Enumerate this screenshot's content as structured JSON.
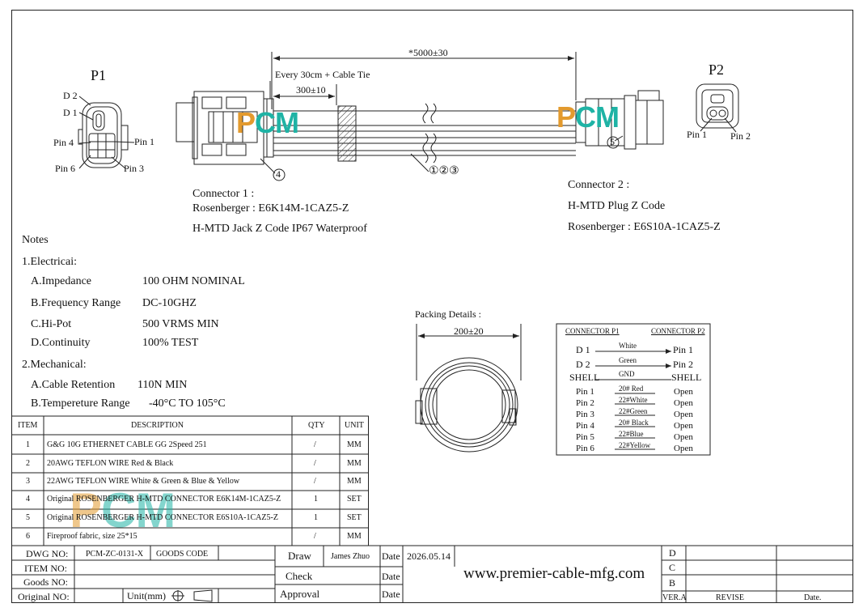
{
  "p1": {
    "title": "P1",
    "pin_labels": {
      "d2": "D 2",
      "d1": "D 1",
      "pin4": "Pin 4",
      "pin1": "Pin 1",
      "pin6": "Pin 6",
      "pin3": "Pin 3"
    }
  },
  "p2": {
    "title": "P2",
    "pin_labels": {
      "pin1": "Pin 1",
      "pin2": "Pin 2"
    }
  },
  "dimensions": {
    "total_length": "*5000±30",
    "cable_tie": "Every 30cm + Cable Tie",
    "offset": "300±10"
  },
  "callouts": {
    "c4": "4",
    "c5": "5",
    "c123": "①②③"
  },
  "watermark": {
    "p": "P",
    "c": "C",
    "m": "M"
  },
  "connector1": {
    "line1": "Connector 1 :",
    "line2": "Rosenberger : E6K14M-1CAZ5-Z",
    "line3": "H-MTD Jack Z Code IP67 Waterproof"
  },
  "connector2": {
    "line1": "Connector 2 :",
    "line2": "H-MTD Plug Z Code",
    "line3": "Rosenberger : E6S10A-1CAZ5-Z"
  },
  "notes": {
    "title": "Notes",
    "electrical": {
      "heading": "1.Electricai:",
      "items": [
        {
          "label": "A.Impedance",
          "value": "100 OHM NOMINAL"
        },
        {
          "label": "B.Frequency Range",
          "value": "DC-10GHZ"
        },
        {
          "label": "C.Hi-Pot",
          "value": "500 VRMS MIN"
        },
        {
          "label": "D.Continuity",
          "value": "100% TEST"
        }
      ]
    },
    "mechanical": {
      "heading": "2.Mechanical:",
      "items": [
        {
          "label": "A.Cable Retention",
          "value": "110N MIN"
        },
        {
          "label": "B.Tempereture Range",
          "value": "-40°C TO 105°C"
        }
      ]
    }
  },
  "packing": {
    "title": "Packing Details :",
    "diameter": "200±20"
  },
  "pinout": {
    "header_p1": "CONNECTOR P1",
    "header_p2": "CONNECTOR P2",
    "rows": [
      {
        "left": "D 1",
        "wire": "White",
        "right": "Pin 1"
      },
      {
        "left": "D 2",
        "wire": "Green",
        "right": "Pin 2"
      },
      {
        "left": "SHELL",
        "wire": "GND",
        "right": "SHELL"
      },
      {
        "left": "Pin 1",
        "wire": "20# Red",
        "right": "Open"
      },
      {
        "left": "Pin 2",
        "wire": "22#White",
        "right": "Open"
      },
      {
        "left": "Pin 3",
        "wire": "22#Green",
        "right": "Open"
      },
      {
        "left": "Pin 4",
        "wire": "20# Black",
        "right": "Open"
      },
      {
        "left": "Pin 5",
        "wire": "22#Blue",
        "right": "Open"
      },
      {
        "left": "Pin 6",
        "wire": "22#Yellow",
        "right": "Open"
      }
    ]
  },
  "bom": {
    "headers": {
      "item": "ITEM",
      "description": "DESCRIPTION",
      "qty": "QTY",
      "unit": "UNIT"
    },
    "rows": [
      {
        "item": "1",
        "description": "G&G 10G ETHERNET CABLE GG 2Speed 251",
        "qty": "/",
        "unit": "MM"
      },
      {
        "item": "2",
        "description": "20AWG TEFLON WIRE Red & Black",
        "qty": "/",
        "unit": "MM"
      },
      {
        "item": "3",
        "description": "22AWG TEFLON WIRE White & Green &  Blue & Yellow",
        "qty": "/",
        "unit": "MM"
      },
      {
        "item": "4",
        "description": "Original ROSENBERGER H-MTD CONNECTOR E6K14M-1CAZ5-Z",
        "qty": "1",
        "unit": "SET"
      },
      {
        "item": "5",
        "description": "Original ROSENBERGER H-MTD CONNECTOR E6S10A-1CAZ5-Z",
        "qty": "1",
        "unit": "SET"
      },
      {
        "item": "6",
        "description": "Fireproof fabric, size 25*15",
        "qty": "/",
        "unit": "MM"
      }
    ]
  },
  "title_block": {
    "dwg_no_label": "DWG NO:",
    "dwg_no": "PCM-ZC-0131-X",
    "goods_code_label": "GOODS CODE",
    "item_no_label": "ITEM NO:",
    "goods_no_label": "Goods NO:",
    "original_no_label": "Original NO:",
    "unit_label": "Unit(mm)",
    "draw_label": "Draw",
    "draw_name": "James Zhuo",
    "date_label": "Date",
    "date_value": "2026.05.14",
    "check_label": "Check",
    "approval_label": "Approval",
    "website": "www.premier-cable-mfg.com",
    "revisions": [
      "D",
      "C",
      "B"
    ],
    "ver_label": "VER.A",
    "revise_label": "REVISE",
    "date_col_label": "Date."
  },
  "colors": {
    "watermark_orange": "#e39a2e",
    "watermark_teal": "#1fb3a5",
    "line": "#222222"
  }
}
